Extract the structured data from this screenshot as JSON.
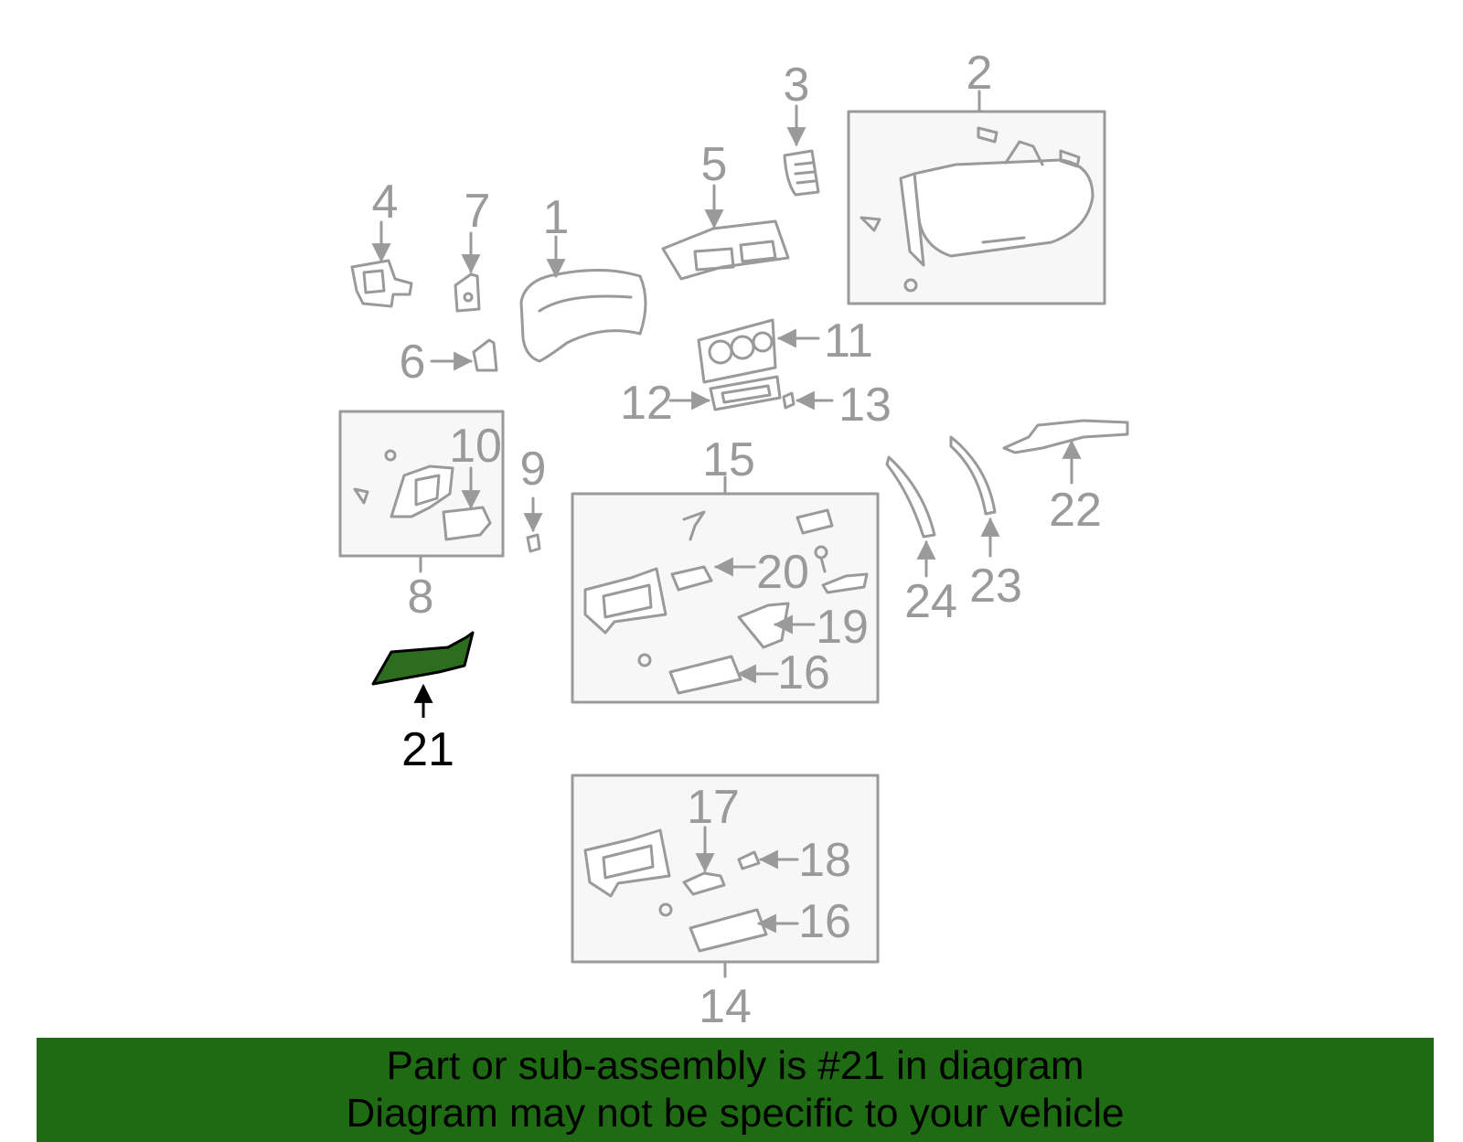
{
  "colors": {
    "part_gray": "#9a9a9a",
    "box_fill": "#f7f7f7",
    "highlight_fill": "#2d6e1e",
    "highlight_label": "#000000",
    "banner_bg": "#1f6b14",
    "banner_text": "#000000"
  },
  "callouts": {
    "c1": "1",
    "c2": "2",
    "c3": "3",
    "c4": "4",
    "c5": "5",
    "c6": "6",
    "c7": "7",
    "c8": "8",
    "c9": "9",
    "c10": "10",
    "c11": "11",
    "c12": "12",
    "c13": "13",
    "c14": "14",
    "c15": "15",
    "c16a": "16",
    "c16b": "16",
    "c17": "17",
    "c18": "18",
    "c19": "19",
    "c20": "20",
    "c21": "21",
    "c22": "22",
    "c23": "23",
    "c24": "24"
  },
  "highlighted_part": "21",
  "banner": {
    "line1": "Part or sub-assembly is #21 in diagram",
    "line2": "Diagram may not be specific to your vehicle"
  }
}
